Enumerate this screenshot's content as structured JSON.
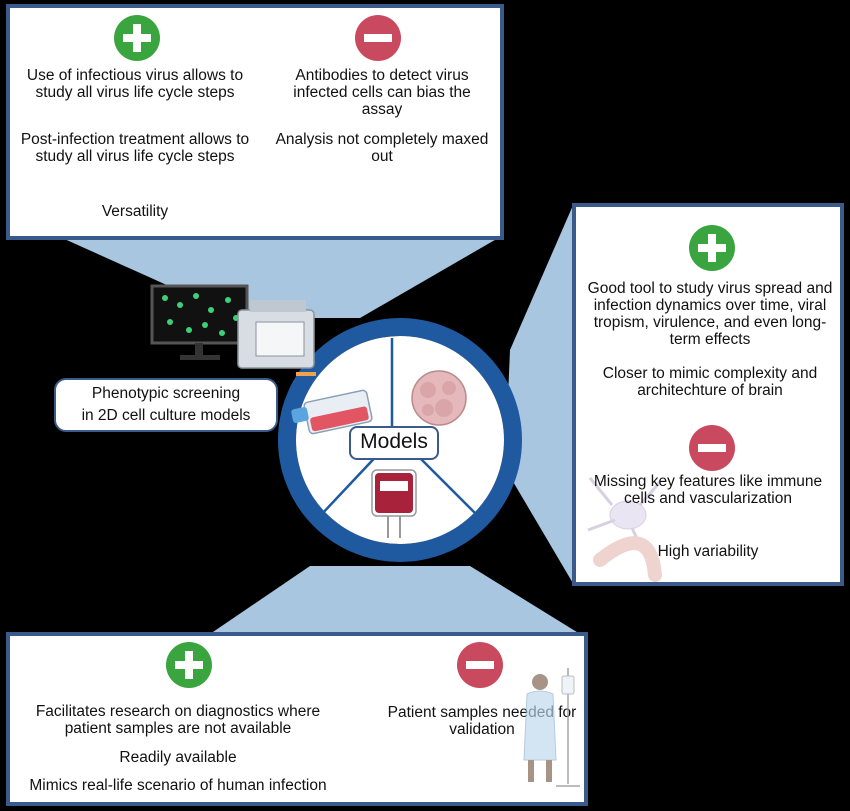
{
  "center": {
    "label": "Models"
  },
  "model_2d": {
    "label_line1": "Phenotypic screening",
    "label_line2": "in 2D cell culture models"
  },
  "top_panel": {
    "pros": [
      "Use of infectious virus allows to study all virus life cycle steps",
      "Post-infection treatment allows to study all virus life cycle steps",
      "Versatility"
    ],
    "cons": [
      "Antibodies to detect virus infected cells can bias the assay",
      "Analysis not completely maxed out"
    ]
  },
  "right_panel": {
    "pros": [
      "Good tool to study virus spread and infection dynamics over time, viral tropism, virulence, and even long-term effects",
      "Closer to mimic complexity and architechture of brain"
    ],
    "cons": [
      "Missing key features like immune cells and vascularization",
      "High variability"
    ]
  },
  "bottom_panel": {
    "pros": [
      "Facilitates research on diagnostics where patient samples are not available",
      "Readily available",
      "Mimics real-life scenario of human infection"
    ],
    "cons": [
      "Patient samples needed for validation"
    ]
  },
  "colors": {
    "plus": "#3aa43e",
    "minus": "#c9495f",
    "frame": "#3a5a8c",
    "ring": "#1f5aa0",
    "cone": "#a9c6e1"
  },
  "icons": {
    "plus": "plus-circle-icon",
    "minus": "minus-circle-icon"
  }
}
